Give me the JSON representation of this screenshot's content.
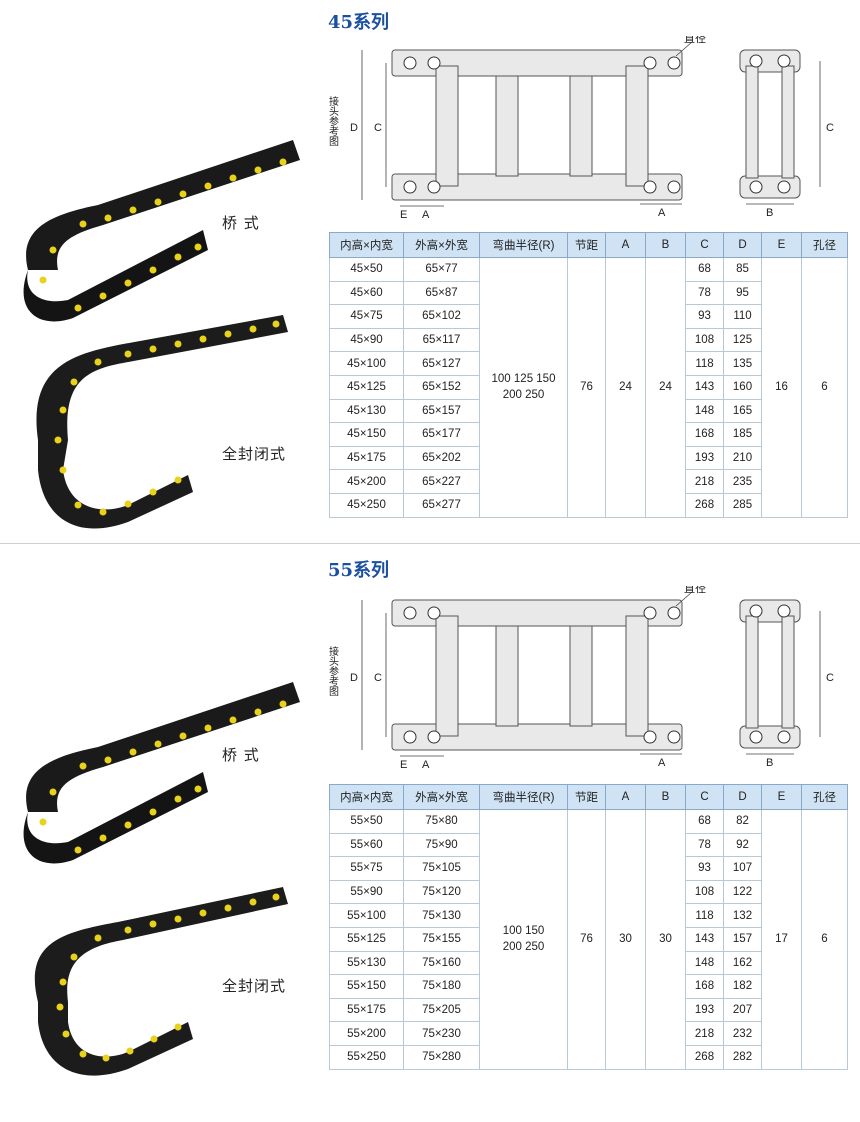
{
  "sections": [
    {
      "title": "45系列",
      "bridge_label": "桥  式",
      "sealed_label": "全封闭式",
      "drawing_labels": {
        "side_note": "接头参考图",
        "diameter": "直径",
        "d": "D",
        "c": "C",
        "e": "E",
        "a": "A",
        "b": "B",
        "c_right": "C"
      },
      "headers": [
        "内高×内宽",
        "外高×外宽",
        "弯曲半径(R)",
        "节距",
        "A",
        "B",
        "C",
        "D",
        "E",
        "孔径"
      ],
      "rows": [
        {
          "inner": "45×50",
          "outer": "65×77",
          "c": "68",
          "d": "85"
        },
        {
          "inner": "45×60",
          "outer": "65×87",
          "c": "78",
          "d": "95"
        },
        {
          "inner": "45×75",
          "outer": "65×102",
          "c": "93",
          "d": "110"
        },
        {
          "inner": "45×90",
          "outer": "65×117",
          "c": "108",
          "d": "125"
        },
        {
          "inner": "45×100",
          "outer": "65×127",
          "c": "118",
          "d": "135"
        },
        {
          "inner": "45×125",
          "outer": "65×152",
          "c": "143",
          "d": "160"
        },
        {
          "inner": "45×130",
          "outer": "65×157",
          "c": "148",
          "d": "165"
        },
        {
          "inner": "45×150",
          "outer": "65×177",
          "c": "168",
          "d": "185"
        },
        {
          "inner": "45×175",
          "outer": "65×202",
          "c": "193",
          "d": "210"
        },
        {
          "inner": "45×200",
          "outer": "65×227",
          "c": "218",
          "d": "235"
        },
        {
          "inner": "45×250",
          "outer": "65×277",
          "c": "268",
          "d": "285"
        }
      ],
      "bend_radius_line1": "100 125 150",
      "bend_radius_line2": "200 250",
      "pitch": "76",
      "a": "24",
      "b": "24",
      "e": "16",
      "hole": "6"
    },
    {
      "title": "55系列",
      "bridge_label": "桥  式",
      "sealed_label": "全封闭式",
      "drawing_labels": {
        "side_note": "接头参考图",
        "diameter": "直径",
        "d": "D",
        "c": "C",
        "e": "E",
        "a": "A",
        "b": "B",
        "c_right": "C"
      },
      "headers": [
        "内高×内宽",
        "外高×外宽",
        "弯曲半径(R)",
        "节距",
        "A",
        "B",
        "C",
        "D",
        "E",
        "孔径"
      ],
      "rows": [
        {
          "inner": "55×50",
          "outer": "75×80",
          "c": "68",
          "d": "82"
        },
        {
          "inner": "55×60",
          "outer": "75×90",
          "c": "78",
          "d": "92"
        },
        {
          "inner": "55×75",
          "outer": "75×105",
          "c": "93",
          "d": "107"
        },
        {
          "inner": "55×90",
          "outer": "75×120",
          "c": "108",
          "d": "122"
        },
        {
          "inner": "55×100",
          "outer": "75×130",
          "c": "118",
          "d": "132"
        },
        {
          "inner": "55×125",
          "outer": "75×155",
          "c": "143",
          "d": "157"
        },
        {
          "inner": "55×130",
          "outer": "75×160",
          "c": "148",
          "d": "162"
        },
        {
          "inner": "55×150",
          "outer": "75×180",
          "c": "168",
          "d": "182"
        },
        {
          "inner": "55×175",
          "outer": "75×205",
          "c": "193",
          "d": "207"
        },
        {
          "inner": "55×200",
          "outer": "75×230",
          "c": "218",
          "d": "232"
        },
        {
          "inner": "55×250",
          "outer": "75×280",
          "c": "268",
          "d": "282"
        }
      ],
      "bend_radius_line1": "100 150",
      "bend_radius_line2": "200 250",
      "pitch": "76",
      "a": "30",
      "b": "30",
      "e": "17",
      "hole": "6"
    }
  ]
}
